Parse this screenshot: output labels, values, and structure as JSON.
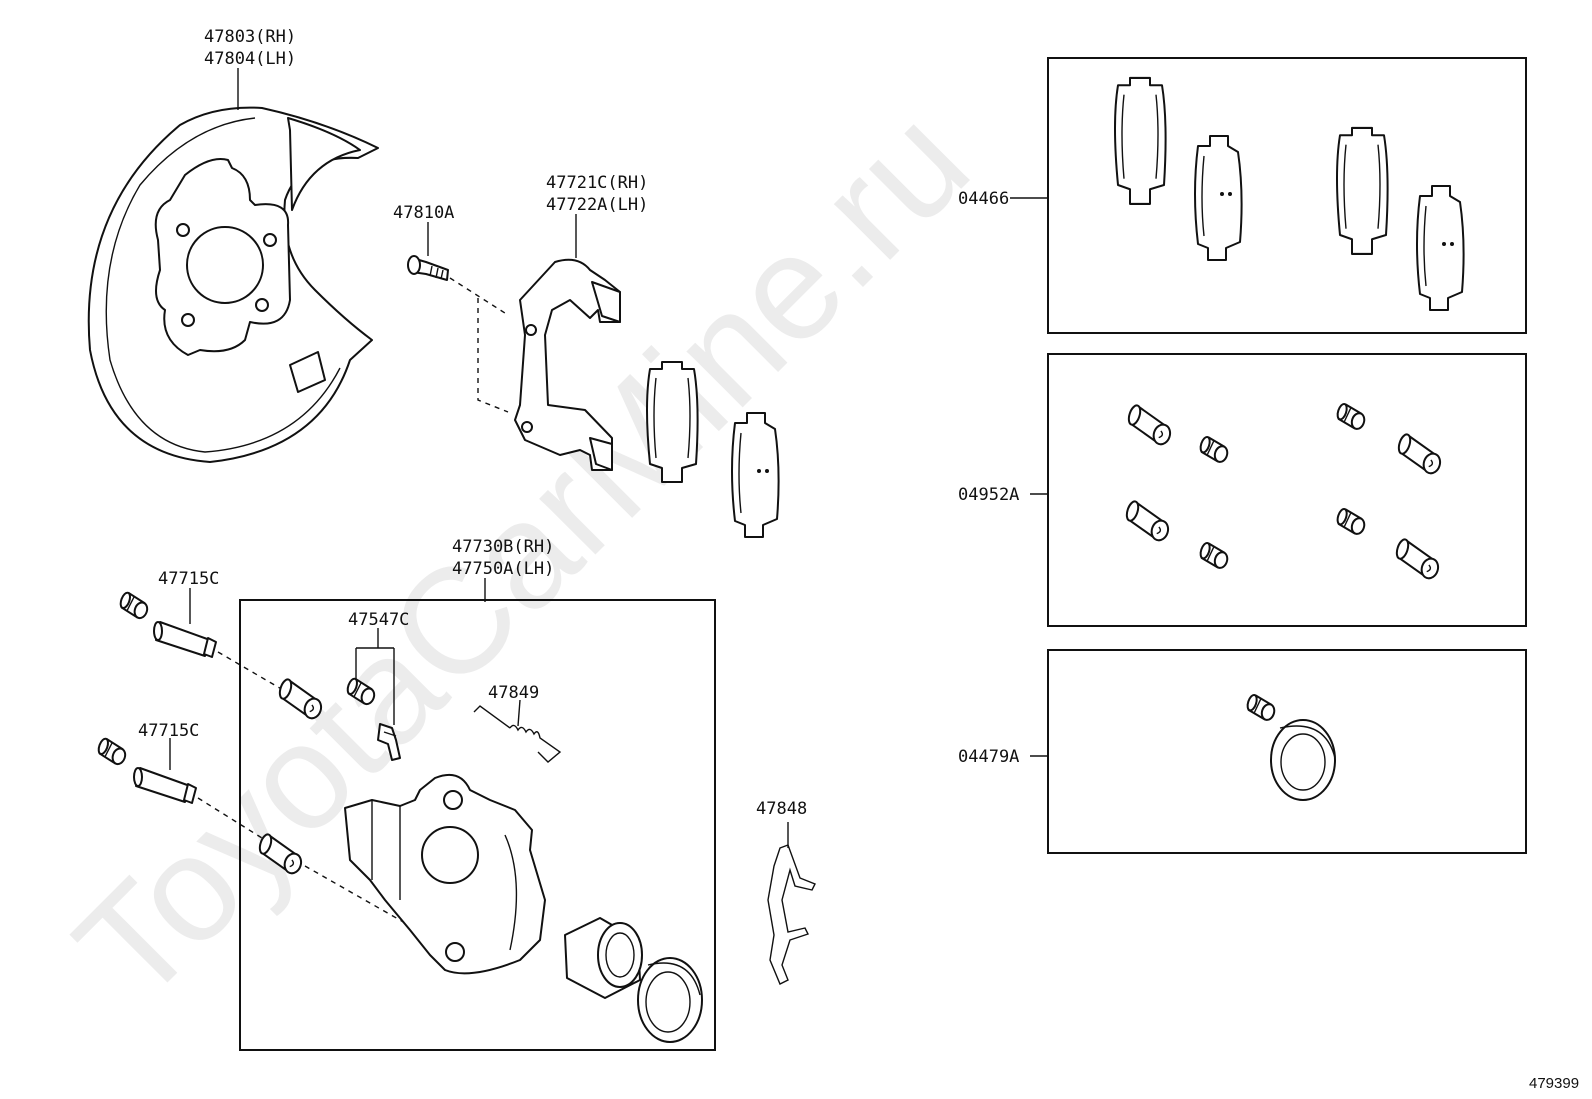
{
  "watermark": "ToyotaCarMine.ru",
  "figure_id": "479399",
  "labels": {
    "dust_cover_rh": "47803(RH)",
    "dust_cover_lh": "47804(LH)",
    "bolt": "47810A",
    "mounting_rh": "47721C(RH)",
    "mounting_lh": "47722A(LH)",
    "pin_upper": "47715C",
    "pin_lower": "47715C",
    "caliper_rh": "47730B(RH)",
    "caliper_lh": "47750A(LH)",
    "bleeder": "47547C",
    "spring": "47849",
    "clip": "47848",
    "pad_kit": "04466",
    "boot_kit": "04952A",
    "seal_kit": "04479A"
  }
}
